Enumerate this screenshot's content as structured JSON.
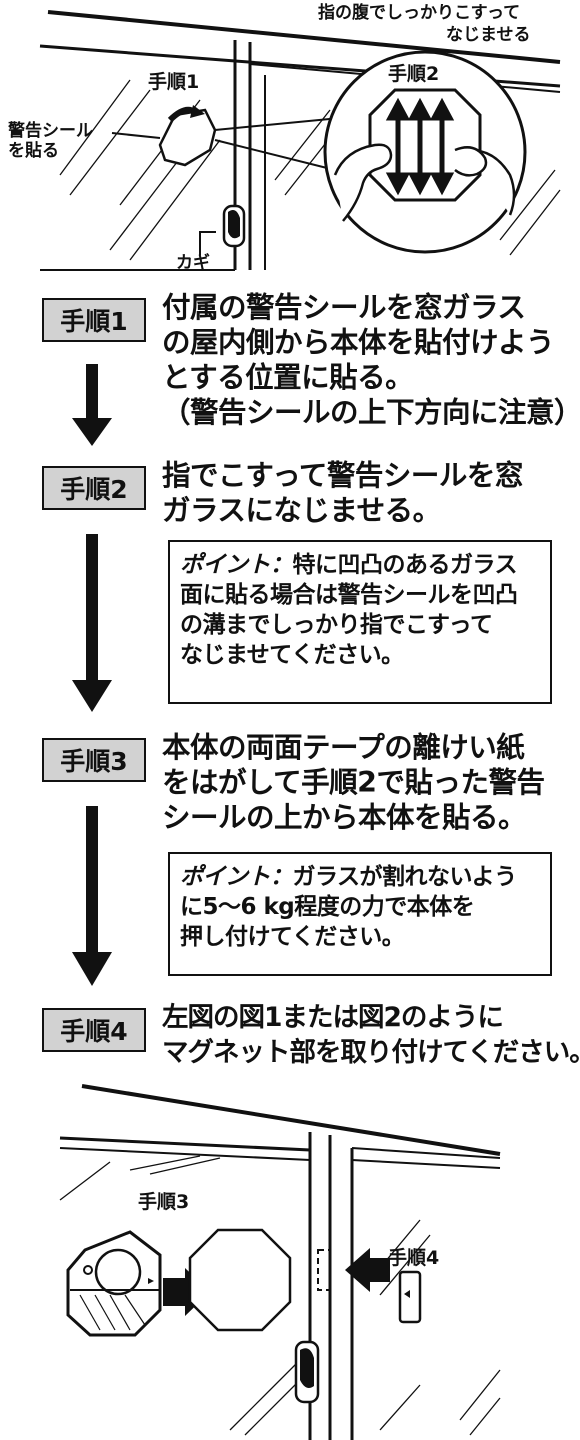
{
  "top_illustration": {
    "caption_line1": "指の腹でしっかりこすって",
    "caption_line2": "なじませる",
    "label_step1": "手順1",
    "label_sticker_line1": "警告シール",
    "label_sticker_line2": "を貼る",
    "label_key": "カギ",
    "label_step2": "手順2"
  },
  "steps": [
    {
      "badge": "手順1",
      "lines": [
        "付属の警告シールを窓ガラス",
        "の屋内側から本体を貼付けよう",
        "とする位置に貼る。",
        "（警告シールの上下方向に注意）"
      ]
    },
    {
      "badge": "手順2",
      "lines": [
        "指でこすって警告シールを窓",
        "ガラスになじませる。"
      ],
      "point_title": "ポイント：",
      "point_lines": [
        "特に凹凸のあるガラス",
        "面に貼る場合は警告シールを凹凸",
        "の溝までしっかり指でこすって",
        "なじませてください。"
      ]
    },
    {
      "badge": "手順3",
      "lines": [
        "本体の両面テープの離けい紙",
        "をはがして手順2で貼った警告",
        "シールの上から本体を貼る。"
      ],
      "point_title": "ポイント：",
      "point_lines": [
        "ガラスが割れないよう",
        "に5～6 kg程度の力で本体を",
        "押し付けてください。"
      ]
    },
    {
      "badge": "手順4",
      "lines": [
        "左図の図1または図2のように",
        "マグネット部を取り付けてください。"
      ]
    }
  ],
  "bottom_illustration": {
    "label_step3": "手順3",
    "label_step4": "手順4"
  }
}
